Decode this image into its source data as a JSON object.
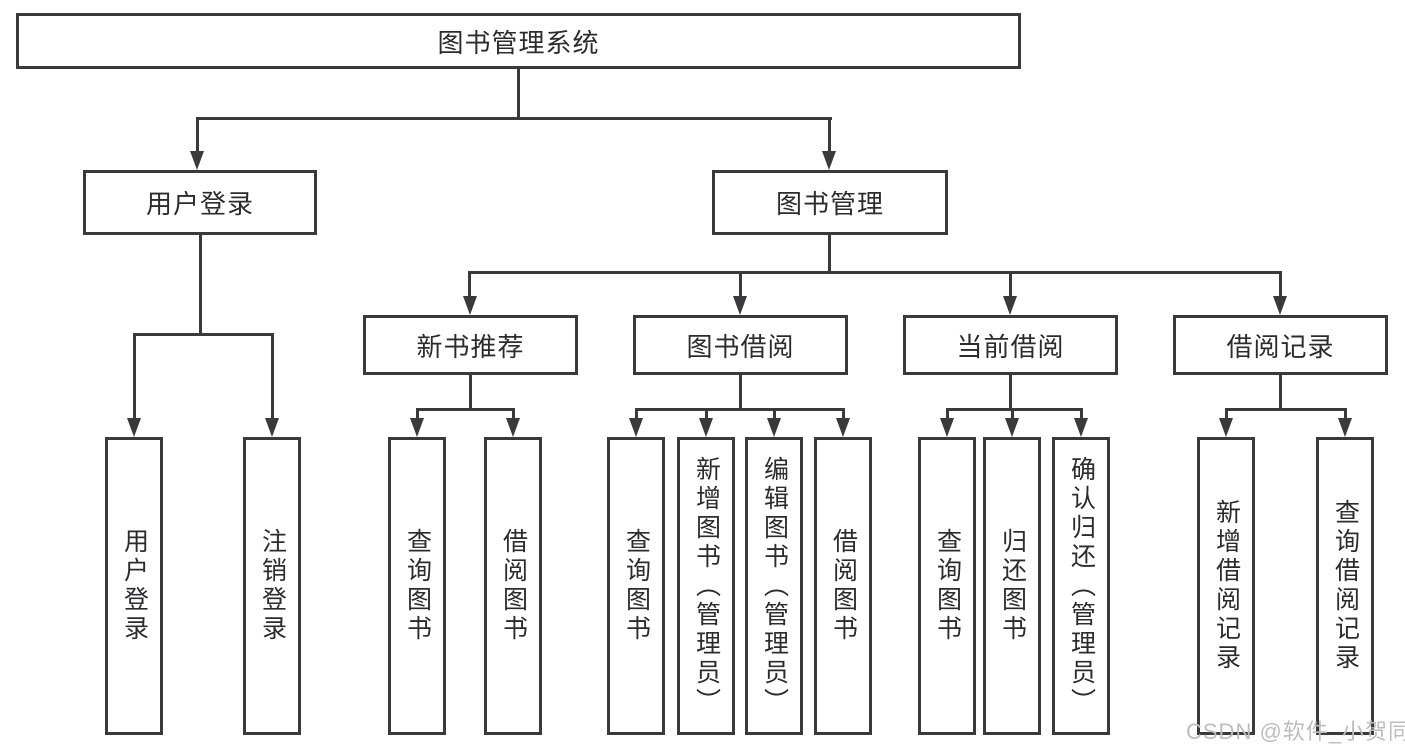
{
  "hierarchy": {
    "label": "图书管理系统",
    "children": [
      {
        "label": "用户登录",
        "children": [
          {
            "label": "用户登录"
          },
          {
            "label": "注销登录"
          }
        ]
      },
      {
        "label": "图书管理",
        "children": [
          {
            "label": "新书推荐",
            "children": [
              {
                "label": "查询图书"
              },
              {
                "label": "借阅图书"
              }
            ]
          },
          {
            "label": "图书借阅",
            "children": [
              {
                "label": "查询图书"
              },
              {
                "label": "新增图书（管理员）"
              },
              {
                "label": "编辑图书（管理员）"
              },
              {
                "label": "借阅图书"
              }
            ]
          },
          {
            "label": "当前借阅",
            "children": [
              {
                "label": "查询图书"
              },
              {
                "label": "归还图书"
              },
              {
                "label": "确认归还（管理员）"
              }
            ]
          },
          {
            "label": "借阅记录",
            "children": [
              {
                "label": "新增借阅记录"
              },
              {
                "label": "查询借阅记录"
              }
            ]
          }
        ]
      }
    ]
  },
  "watermark": {
    "text": "CSDN @软件_小贺同学"
  },
  "colors": {
    "line": "#3a3a3c",
    "text": "#2c2c2e",
    "watermark": "#bdbdbd",
    "background": "#ffffff"
  }
}
